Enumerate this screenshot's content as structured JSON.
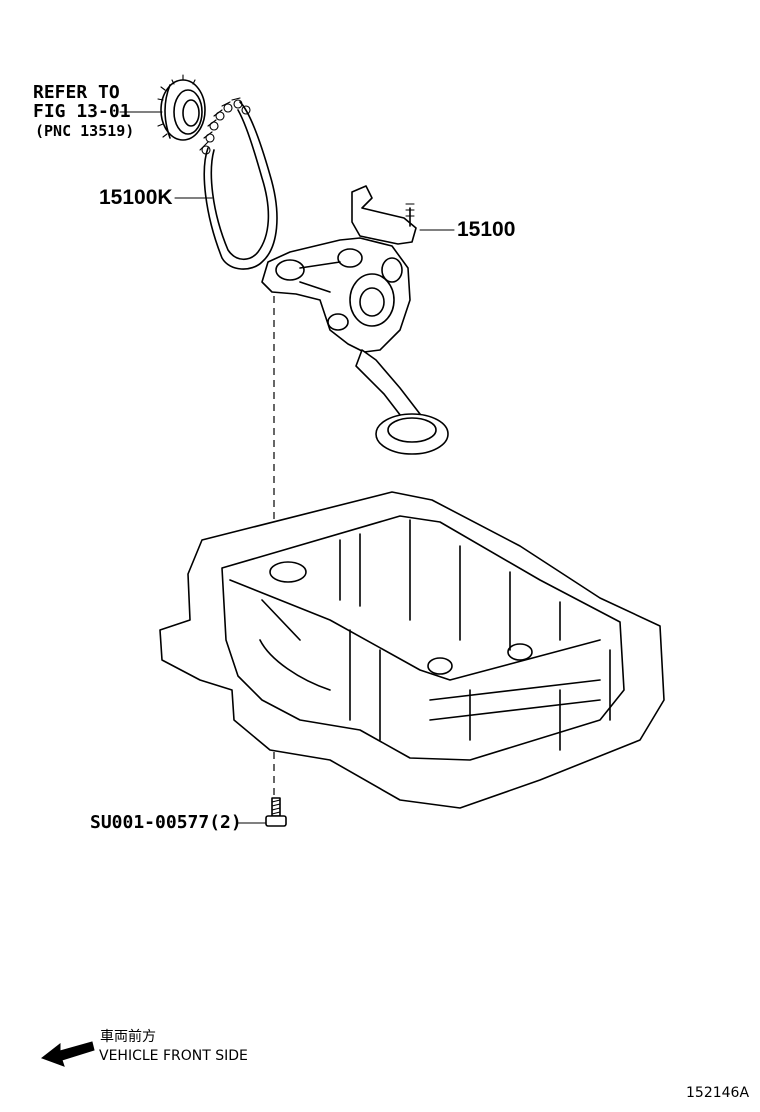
{
  "labels": {
    "refer_line1": "REFER TO",
    "refer_line2": "FIG 13-01",
    "refer_line3": "(PNC 13519)",
    "chain": "15100K",
    "pump": "15100",
    "bolt": "SU001-00577(2)"
  },
  "footer": {
    "direction_jp": "車両前方",
    "direction_en": "VEHICLE FRONT SIDE",
    "illustration_id": "152146A"
  },
  "icons": {
    "direction": "front-arrow-icon"
  }
}
